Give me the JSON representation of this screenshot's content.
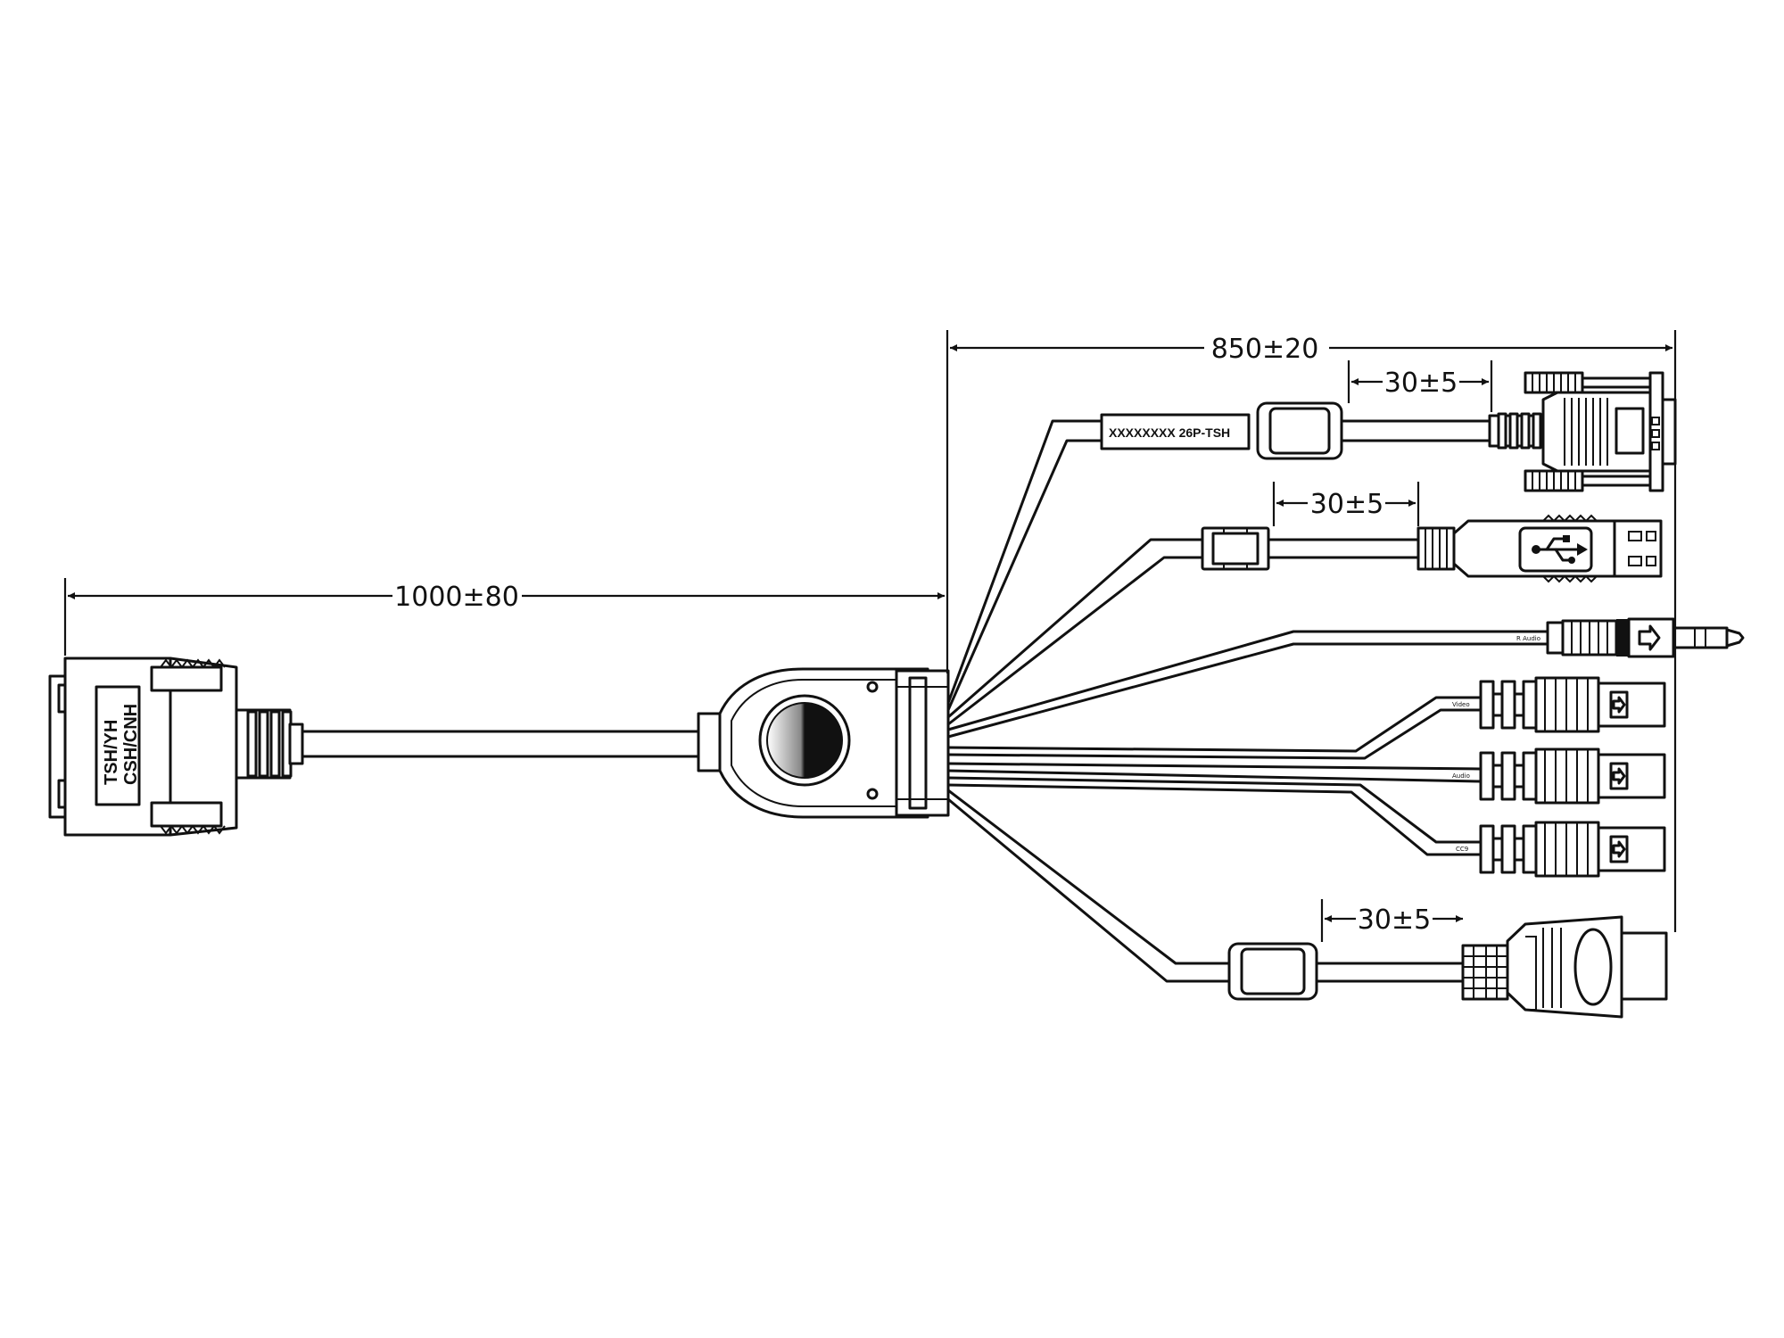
{
  "dimensions": {
    "main_cable": "1000±80",
    "breakout": "850±20",
    "vga_tail": "30±5",
    "usb_tail": "30±5",
    "hdmi_tail": "30±5"
  },
  "connector_label": {
    "line1": "TSH/YH",
    "line2": "CSH/CNH"
  },
  "cable_print": "XXXXXXXX 26P-TSH",
  "port_labels": {
    "r_audio": "R Audio",
    "video": "Video",
    "audio": "Audio",
    "cc9": "CC9"
  },
  "colors": {
    "line": "#111111",
    "background": "#ffffff"
  }
}
